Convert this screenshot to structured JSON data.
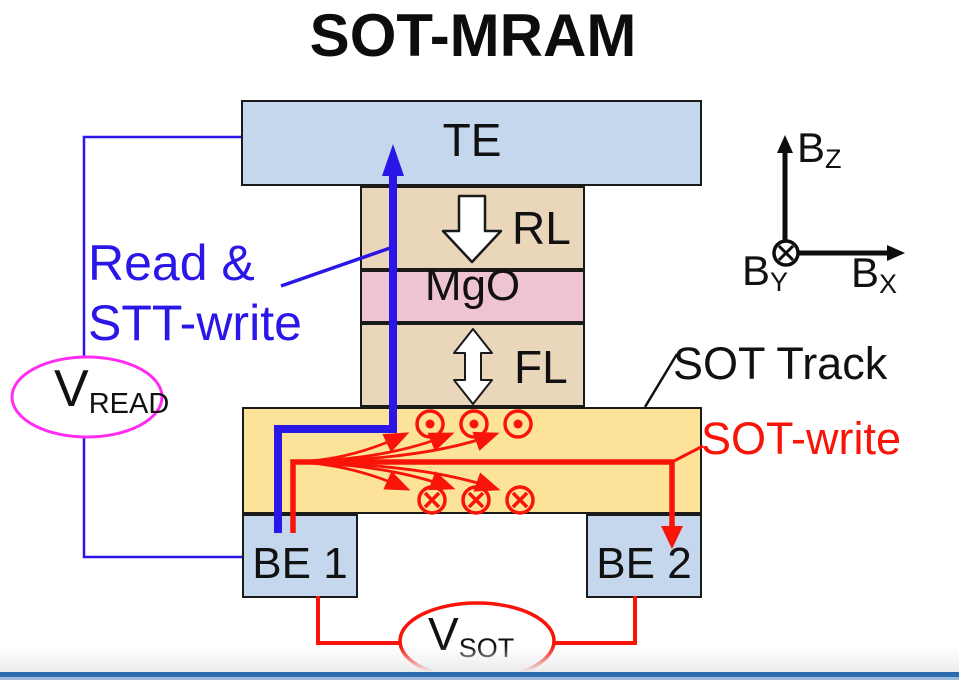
{
  "title": "SOT-MRAM",
  "layers": {
    "te": "TE",
    "rl": "RL",
    "mgo": "MgO",
    "fl": "FL",
    "be1": "BE 1",
    "be2": "BE 2"
  },
  "labels": {
    "sot_track": "SOT Track",
    "sot_write": "SOT-write",
    "read_stt_line1": "Read &",
    "read_stt_line2": "STT-write"
  },
  "meters": {
    "v_read": {
      "base": "V",
      "sub": "READ"
    },
    "v_sot": {
      "base": "V",
      "sub": "SOT"
    }
  },
  "axes": {
    "bz": {
      "base": "B",
      "sub": "Z"
    },
    "bx": {
      "base": "B",
      "sub": "X"
    },
    "by": {
      "base": "B",
      "sub": "Y"
    }
  },
  "colors": {
    "electrode_blue": "#c5d7ec",
    "ferro_tan": "#ead6ba",
    "mgo_pink": "#eec4d4",
    "track_yellow": "#fde29a",
    "wire_blue": "#2a16e6",
    "wire_red": "#f81408",
    "vread_magenta": "#ff2cf2",
    "outline_black": "#1a1a1a",
    "footer_blue": "#2b6cb0"
  }
}
